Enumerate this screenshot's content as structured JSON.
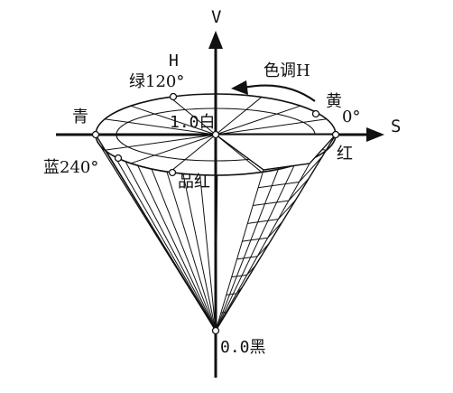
{
  "diagram": {
    "axis_v": "V",
    "axis_s": "S",
    "h_letter": "H",
    "hue_label": "色调H",
    "green_120": "绿120°",
    "yellow": "黄",
    "zero_deg": "0°",
    "cyan": "青",
    "red": "红",
    "blue_240": "蓝240°",
    "magenta": "品红",
    "white_1": "1.0白",
    "black_0": "0.0黑"
  },
  "colors": {
    "stroke": "#111111",
    "background": "#ffffff"
  }
}
